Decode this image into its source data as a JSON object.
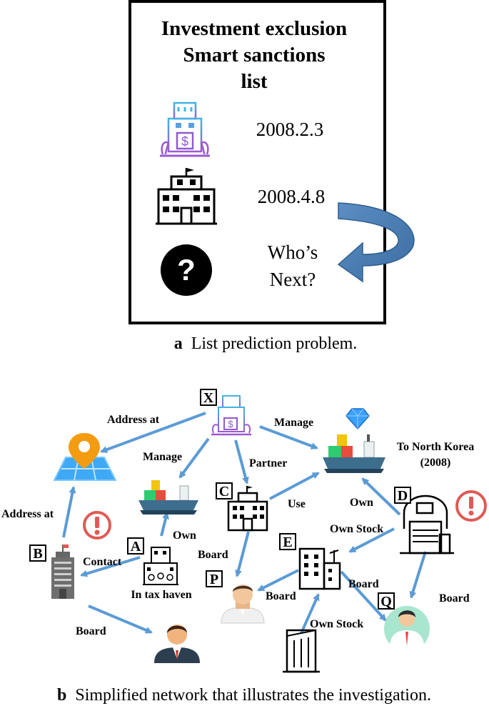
{
  "panel_a": {
    "title_lines": [
      "Investment exclusion",
      "Smart sanctions",
      "list"
    ],
    "entries": [
      {
        "icon": "bank-building-icon",
        "date": "2008.2.3"
      },
      {
        "icon": "office-building-icon",
        "date": "2008.4.8"
      },
      {
        "icon": "question-icon",
        "text_lines": [
          "Who’s",
          "Next?"
        ]
      }
    ],
    "caption_letter": "a",
    "caption_text": "List prediction problem."
  },
  "panel_b": {
    "nodes": {
      "X": "X",
      "A": "A",
      "B": "B",
      "C": "C",
      "D": "D",
      "E": "E",
      "P": "P",
      "Q": "Q"
    },
    "edge_labels": {
      "x_address": "Address at",
      "x_manage_ship": "Manage",
      "x_manage_small_ship": "Manage",
      "x_partner": "Partner",
      "b_address": "Address at",
      "a_own": "Own",
      "a_contact": "Contact",
      "a_board": "Board",
      "c_use": "Use",
      "c_board": "Board",
      "d_own": "Own",
      "d_own_stock": "Own Stock",
      "d_board": "Board",
      "e_board_p": "Board",
      "e_board_q": "Board",
      "own_stock_e": "Own Stock"
    },
    "annotations": {
      "to_north_korea_line1": "To North Korea",
      "to_north_korea_line2": "(2008)",
      "tax_haven": "In tax haven"
    },
    "colors": {
      "arrow": "#5b9bd5",
      "alert": "#e05a55",
      "ship_hull": "#3e6e8e",
      "pin": "#f39c12",
      "gem": "#3aa0ff"
    },
    "caption_letter": "b",
    "caption_text": "Simplified network that illustrates the investigation."
  }
}
